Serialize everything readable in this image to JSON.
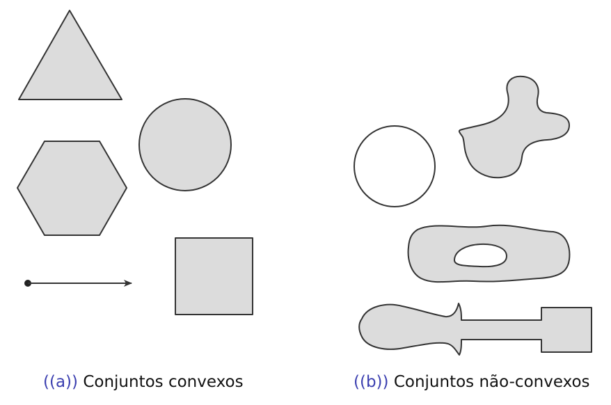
{
  "panel_a": {
    "tag": "((a))",
    "caption": "Conjuntos convexos",
    "shapes": [
      "triangle-icon",
      "hexagon-icon",
      "circle-icon",
      "ray-arrow-icon",
      "square-icon"
    ]
  },
  "panel_b": {
    "tag": "((b))",
    "caption": "Conjuntos não-convexos",
    "shapes": [
      "circle-outline-icon",
      "irregular-blob-icon",
      "ring-with-hole-icon",
      "dumbbell-icon"
    ]
  },
  "colors": {
    "fill": "#dcdcdc",
    "stroke": "#333333",
    "tag": "#3b3fb0"
  }
}
